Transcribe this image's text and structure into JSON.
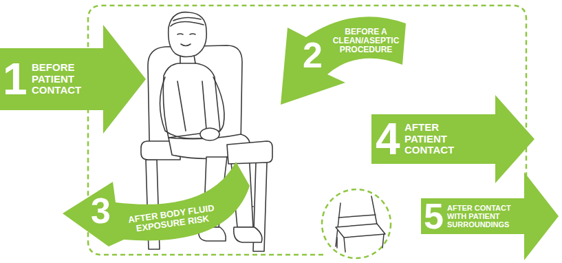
{
  "diagram": {
    "nodes": [
      {
        "text": [
          "1",
          "BEFORE PATIENT CONTACT"
        ]
      },
      {
        "text": [
          "2",
          "BEFORE A CLEAN/ASEPTIC PROCEDURE"
        ]
      },
      {
        "text": [
          "3",
          "AFTER BODY FLUID EXPOSURE RISK"
        ]
      },
      {
        "text": [
          "4",
          "AFTER PATIENT CONTACT"
        ]
      },
      {
        "text": [
          "5",
          "AFTER CONTACT WITH PATIENT SURROUNDINGS"
        ]
      }
    ]
  }
}
